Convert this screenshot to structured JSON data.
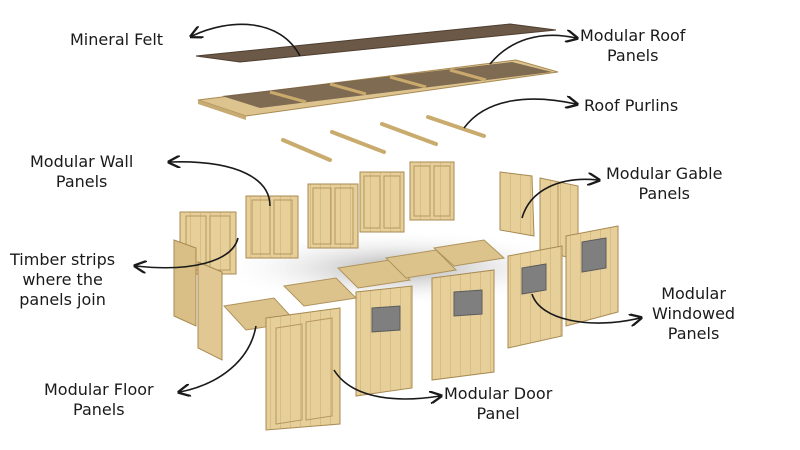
{
  "labels": {
    "mineral_felt": "Mineral Felt",
    "roof_panels": [
      "Modular Roof",
      "Panels"
    ],
    "roof_purlins": "Roof Purlins",
    "wall_panels": [
      "Modular Wall",
      "Panels"
    ],
    "gable_panels": [
      "Modular Gable",
      "Panels"
    ],
    "timber_strips": [
      "Timber strips",
      "where the",
      "panels join"
    ],
    "windowed_panels": [
      "Modular",
      "Windowed",
      "Panels"
    ],
    "floor_panels": [
      "Modular Floor",
      "Panels"
    ],
    "door_panel": [
      "Modular Door",
      "Panel"
    ]
  },
  "colors": {
    "felt": "#6b5846",
    "wood_light": "#e8d3a0",
    "wood_mid": "#d6bd85",
    "wood_dark": "#b89a60",
    "window": "#7f7f7f",
    "arrow": "#1a1a1a"
  }
}
